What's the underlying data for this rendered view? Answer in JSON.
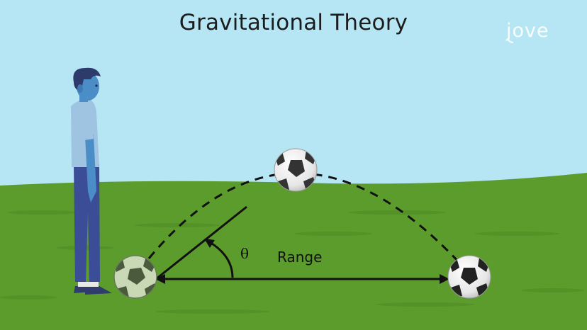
{
  "title": "Gravitational Theory",
  "logo_text": "jove",
  "labels": {
    "range": "Range",
    "angle": "θ"
  },
  "colors": {
    "sky": "#b6e6f4",
    "grass": "#5c9c2c",
    "grass_dark": "#4f8b25",
    "person_skin": "#4b8ec7",
    "person_shirt": "#9fc4e2",
    "person_pants": "#3c4d97",
    "hair": "#2c3b6b",
    "trajectory": "#111111"
  },
  "icons": [
    "person-figure",
    "soccer-ball-icon",
    "jove-logo"
  ]
}
